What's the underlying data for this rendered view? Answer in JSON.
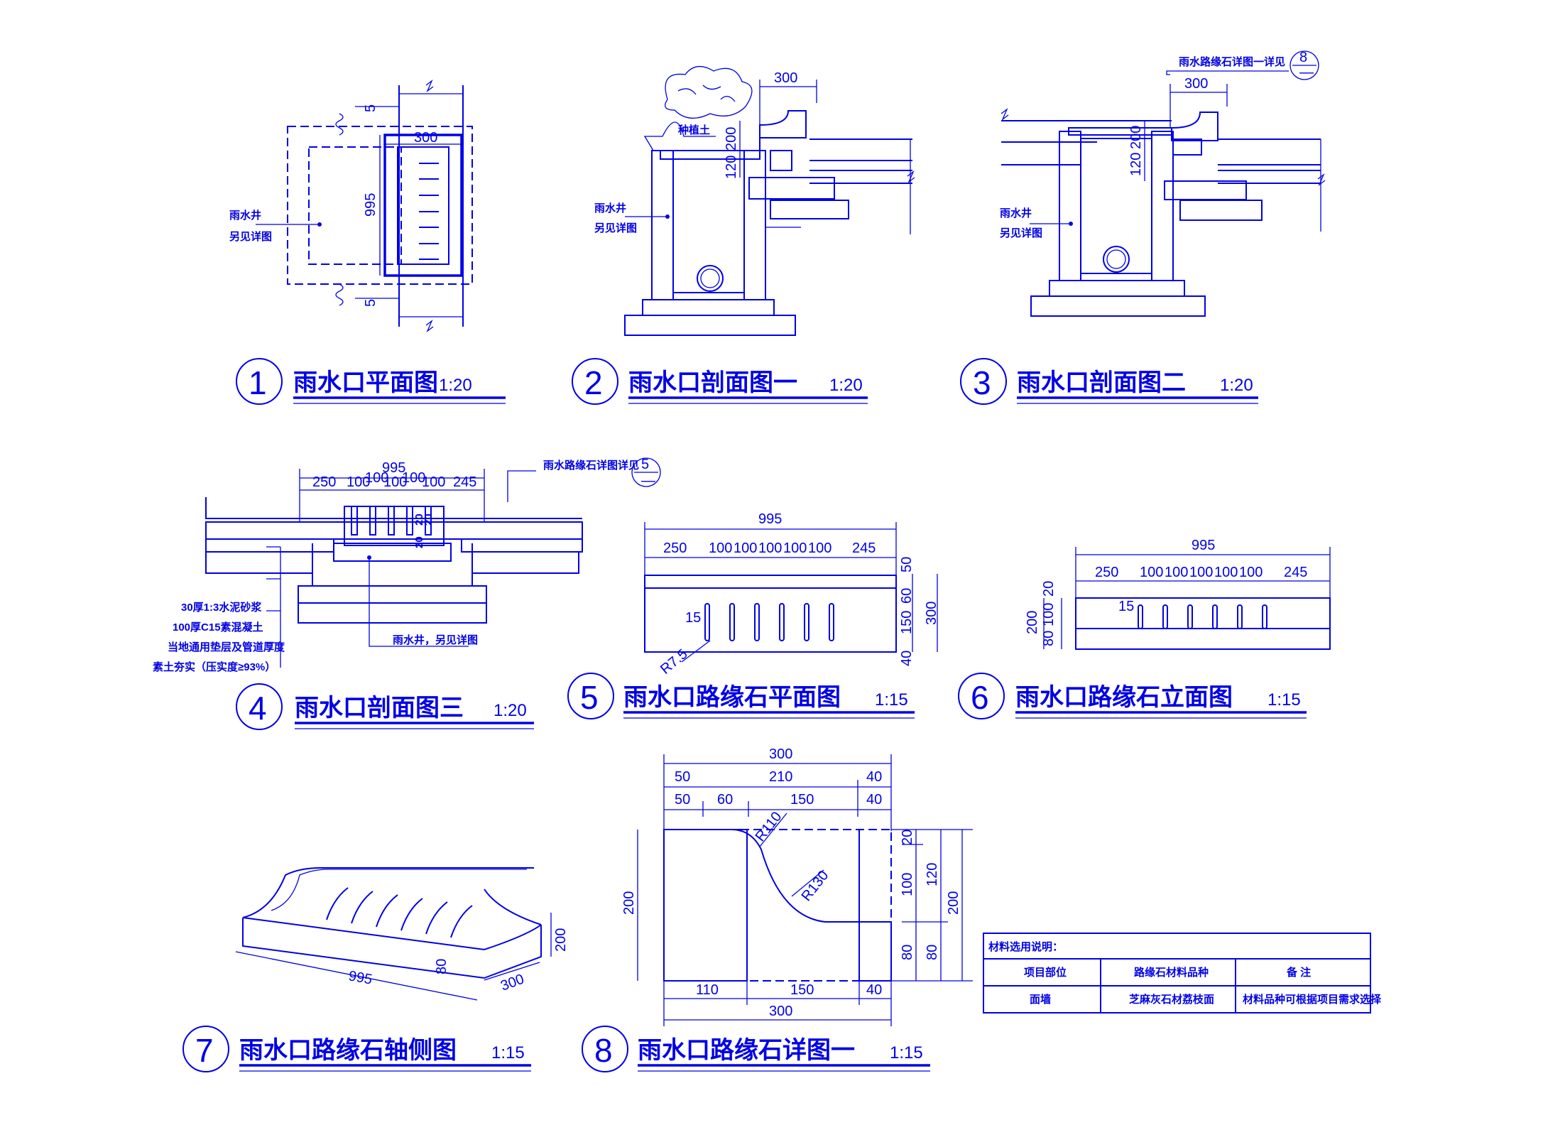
{
  "titles": [
    {
      "num": "1",
      "text": "雨水口平面图",
      "scale": "1:20"
    },
    {
      "num": "2",
      "text": "雨水口剖面图一",
      "scale": "1:20"
    },
    {
      "num": "3",
      "text": "雨水口剖面图二",
      "scale": "1:20"
    },
    {
      "num": "4",
      "text": "雨水口剖面图三",
      "scale": "1:20"
    },
    {
      "num": "5",
      "text": "雨水口路缘石平面图",
      "scale": "1:15"
    },
    {
      "num": "6",
      "text": "雨水口路缘石立面图",
      "scale": "1:15"
    },
    {
      "num": "7",
      "text": "雨水口路缘石轴侧图",
      "scale": "1:15"
    },
    {
      "num": "8",
      "text": "雨水口路缘石详图一",
      "scale": "1:15"
    }
  ],
  "d1": {
    "w300": "300",
    "h995": "995",
    "five_a": "5",
    "five_b": "5",
    "note1": "雨水井",
    "note2": "另见详图"
  },
  "d2": {
    "w300": "300",
    "h200": "200",
    "h120": "120",
    "soil": "种植土",
    "note1": "雨水井",
    "note2": "另见详图"
  },
  "d3": {
    "ref": "雨水路缘石详图一详见",
    "ref_num": "8",
    "w300": "300",
    "h200": "200",
    "h120": "120",
    "note1": "雨水井",
    "note2": "另见详图"
  },
  "d4": {
    "total": "995",
    "dims": [
      "250",
      "100",
      "100",
      "100",
      "100",
      "100",
      "245"
    ],
    "v20a": "20",
    "v20b": "20",
    "v20c": "20",
    "ref": "雨水路缘石详图详见",
    "ref_num": "5",
    "layers": [
      "30厚1:3水泥砂浆",
      "100厚C15素混凝土",
      "当地通用垫层及管道厚度",
      "素土夯实（压实度≥93%）"
    ],
    "well": "雨水井，另见详图"
  },
  "d5": {
    "total": "995",
    "dims": [
      "250",
      "100",
      "100",
      "100",
      "100",
      "100",
      "245"
    ],
    "h50": "50",
    "h60": "60",
    "h150": "150",
    "h40": "40",
    "h300": "300",
    "w15": "15",
    "r": "R7.5"
  },
  "d6": {
    "total": "995",
    "dims": [
      "250",
      "100",
      "100",
      "100",
      "100",
      "100",
      "245"
    ],
    "h20": "20",
    "h100": "100",
    "h80": "80",
    "h200": "200",
    "w15": "15"
  },
  "d7": {
    "len": "995",
    "depth": "300",
    "h200": "200",
    "h80": "80"
  },
  "d8": {
    "top300": "300",
    "r1": [
      "50",
      "210",
      "40"
    ],
    "r2": [
      "50",
      "60",
      "150",
      "40"
    ],
    "bot": [
      "110",
      "150",
      "40"
    ],
    "bot300": "300",
    "r110": "R110",
    "r130": "R130",
    "left200": "200",
    "right": [
      "20",
      "100",
      "80"
    ],
    "right2": [
      "120",
      "80"
    ],
    "right200": "200"
  },
  "table": {
    "caption": "材料选用说明：",
    "headers": [
      "项目部位",
      "路缘石材料品种",
      "备  注"
    ],
    "row": [
      "面墙",
      "芝麻灰石材荔枝面",
      "材料品种可根据项目需求选择"
    ]
  }
}
